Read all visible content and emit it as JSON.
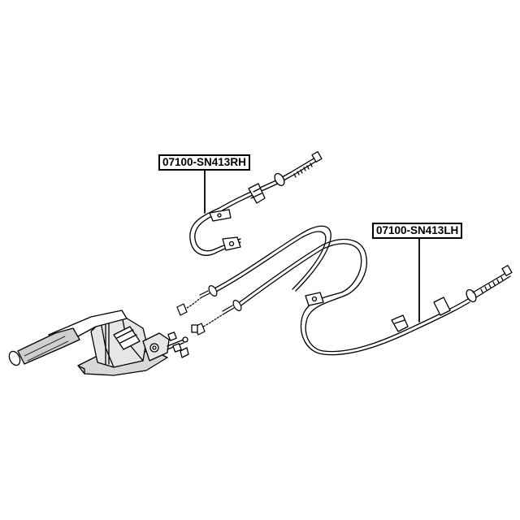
{
  "labels": {
    "right_cable": "07100-SN413RH",
    "left_cable": "07100-SN413LH"
  },
  "colors": {
    "line": "#000000",
    "background": "#ffffff",
    "fill": "#ffffff",
    "shade": "#cfcfcf"
  },
  "parts": [
    "handbrake-lever-assembly",
    "parking-brake-cable-rh",
    "parking-brake-cable-lh"
  ]
}
